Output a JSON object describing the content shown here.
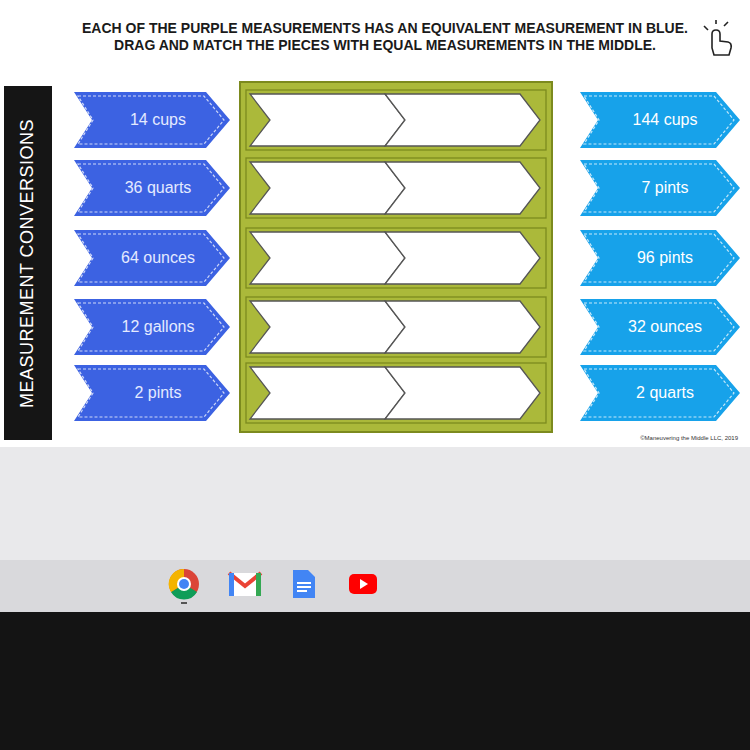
{
  "diagram": {
    "title": "EACH OF THE PURPLE MEASUREMENTS HAS AN EQUIVALENT MEASUREMENT IN BLUE. DRAG AND MATCH THE PIECES WITH EQUAL MEASUREMENTS IN THE MIDDLE.",
    "nodes": [
      {
        "text": [
          "MEASUREMENT CONVERSIONS"
        ]
      },
      {
        "text": [
          "14 cups"
        ]
      },
      {
        "text": [
          "144 cups"
        ]
      },
      {
        "text": [
          "36 quarts"
        ]
      },
      {
        "text": [
          "7 pints"
        ]
      },
      {
        "text": [
          "64 ounces"
        ]
      },
      {
        "text": [
          "96 pints"
        ]
      },
      {
        "text": [
          "12 gallons"
        ]
      },
      {
        "text": [
          "32 ounces"
        ]
      },
      {
        "text": [
          "2 pints"
        ]
      },
      {
        "text": [
          "2 quarts"
        ]
      }
    ],
    "labels": [
      "©Maneuvering the Middle LLC, 2019"
    ]
  }
}
